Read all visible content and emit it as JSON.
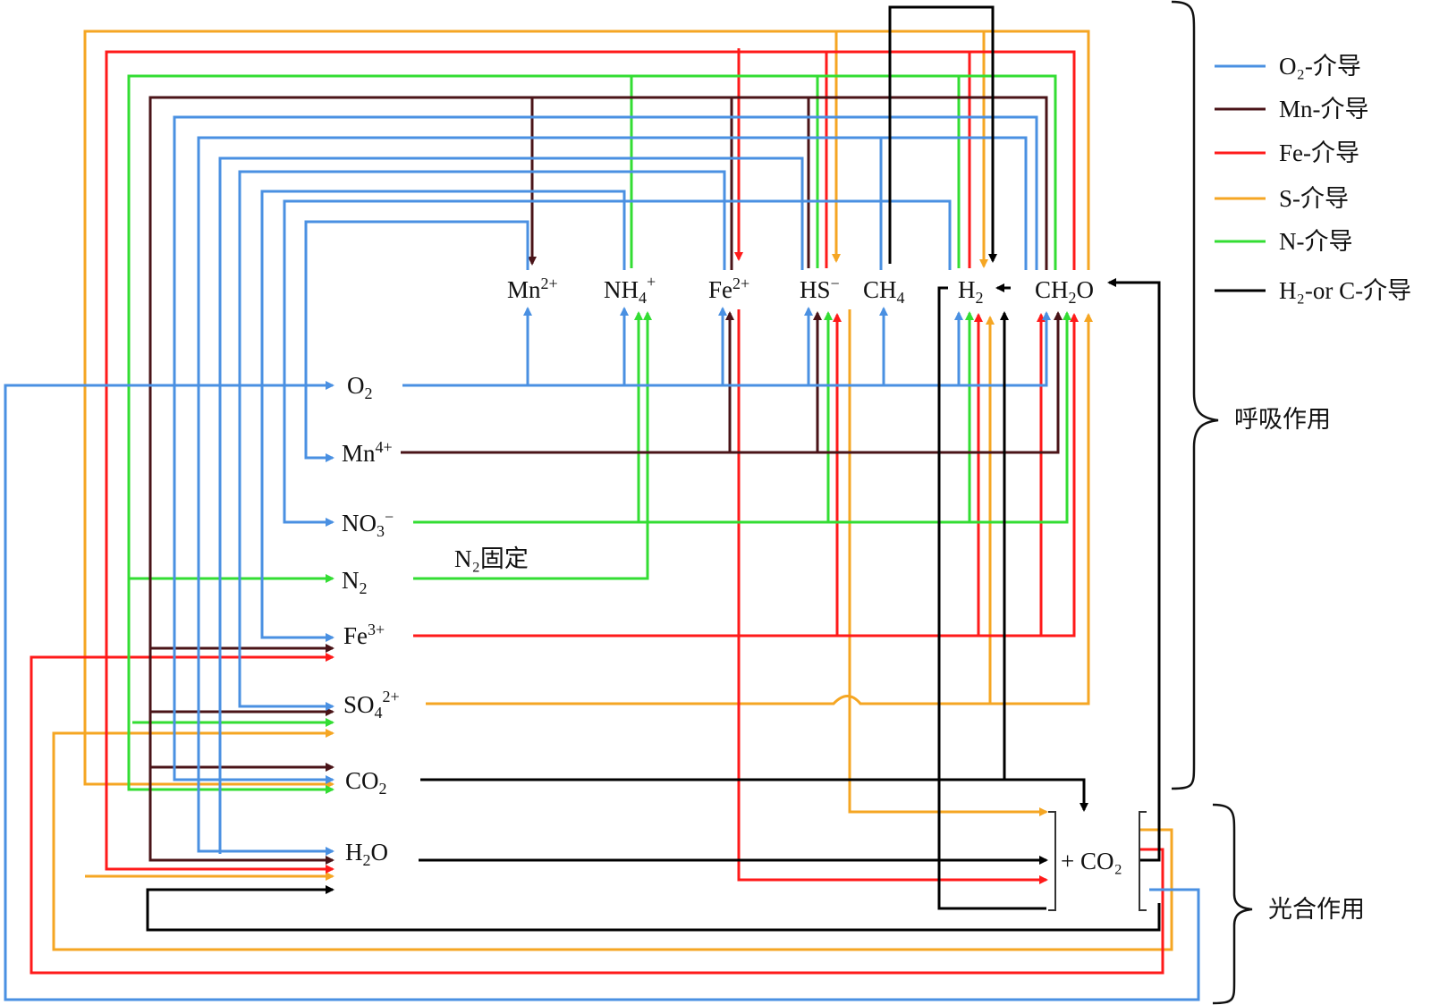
{
  "colors": {
    "o2": "#4a90e2",
    "mn": "#4a1418",
    "fe": "#ff1a1a",
    "s": "#f5a623",
    "n": "#33dd33",
    "hc": "#000000"
  },
  "legend": [
    {
      "key": "o2",
      "label": "O₂-介导"
    },
    {
      "key": "mn",
      "label": "Mn-介导"
    },
    {
      "key": "fe",
      "label": "Fe-介导"
    },
    {
      "key": "s",
      "label": "S-介导"
    },
    {
      "key": "n",
      "label": "N-介导"
    },
    {
      "key": "hc",
      "label": "H₂-or C-介导"
    }
  ],
  "groups": {
    "respiration": "呼吸作用",
    "photosynthesis": "光合作用"
  },
  "reduced_species": [
    "Mn²⁺",
    "NH₄⁺",
    "Fe²⁺",
    "HS⁻",
    "CH₄",
    "H₂",
    "CH₂O"
  ],
  "oxidized_species": [
    "O₂",
    "Mn⁴⁺",
    "NO₃⁻",
    "N₂",
    "Fe³⁺",
    "SO₄²⁺",
    "CO₂",
    "H₂O"
  ],
  "annotations": {
    "n2_fixation": "N₂固定",
    "plus_co2": "+ CO₂"
  }
}
